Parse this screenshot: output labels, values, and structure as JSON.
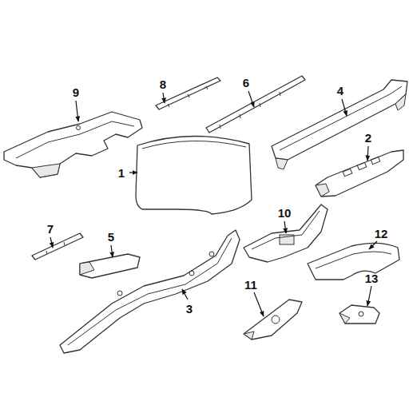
{
  "diagram": {
    "labels": [
      "9",
      "8",
      "6",
      "4",
      "2",
      "1",
      "10",
      "7",
      "12",
      "5",
      "13",
      "11",
      "3"
    ]
  }
}
